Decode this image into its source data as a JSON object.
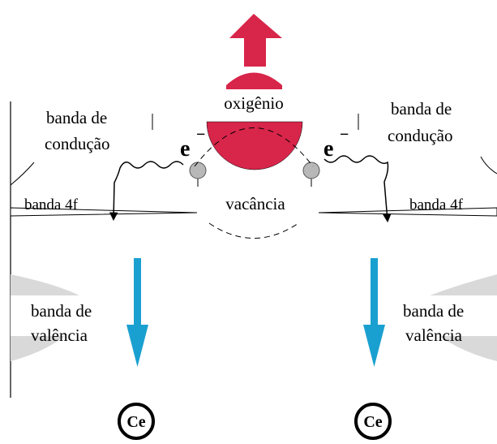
{
  "labels": {
    "oxygen": "oxigênio",
    "vacancy": "vacância",
    "conduction_band": [
      "banda de",
      "condução"
    ],
    "f_band": "banda 4f",
    "valence_band": [
      "banda de",
      "valência"
    ],
    "electron": "e",
    "electron_charge": "−",
    "cerium": "Ce"
  },
  "colors": {
    "oxygen": "#d8254a",
    "arrow_down": "#1aa0d0",
    "band_fill": "#d9d9d9",
    "electron": "#b8b8b8"
  },
  "icons": {
    "arrow_up": "red-up-arrow",
    "arrow_down": "blue-down-arrow",
    "wavy": "wavy-arrow"
  }
}
